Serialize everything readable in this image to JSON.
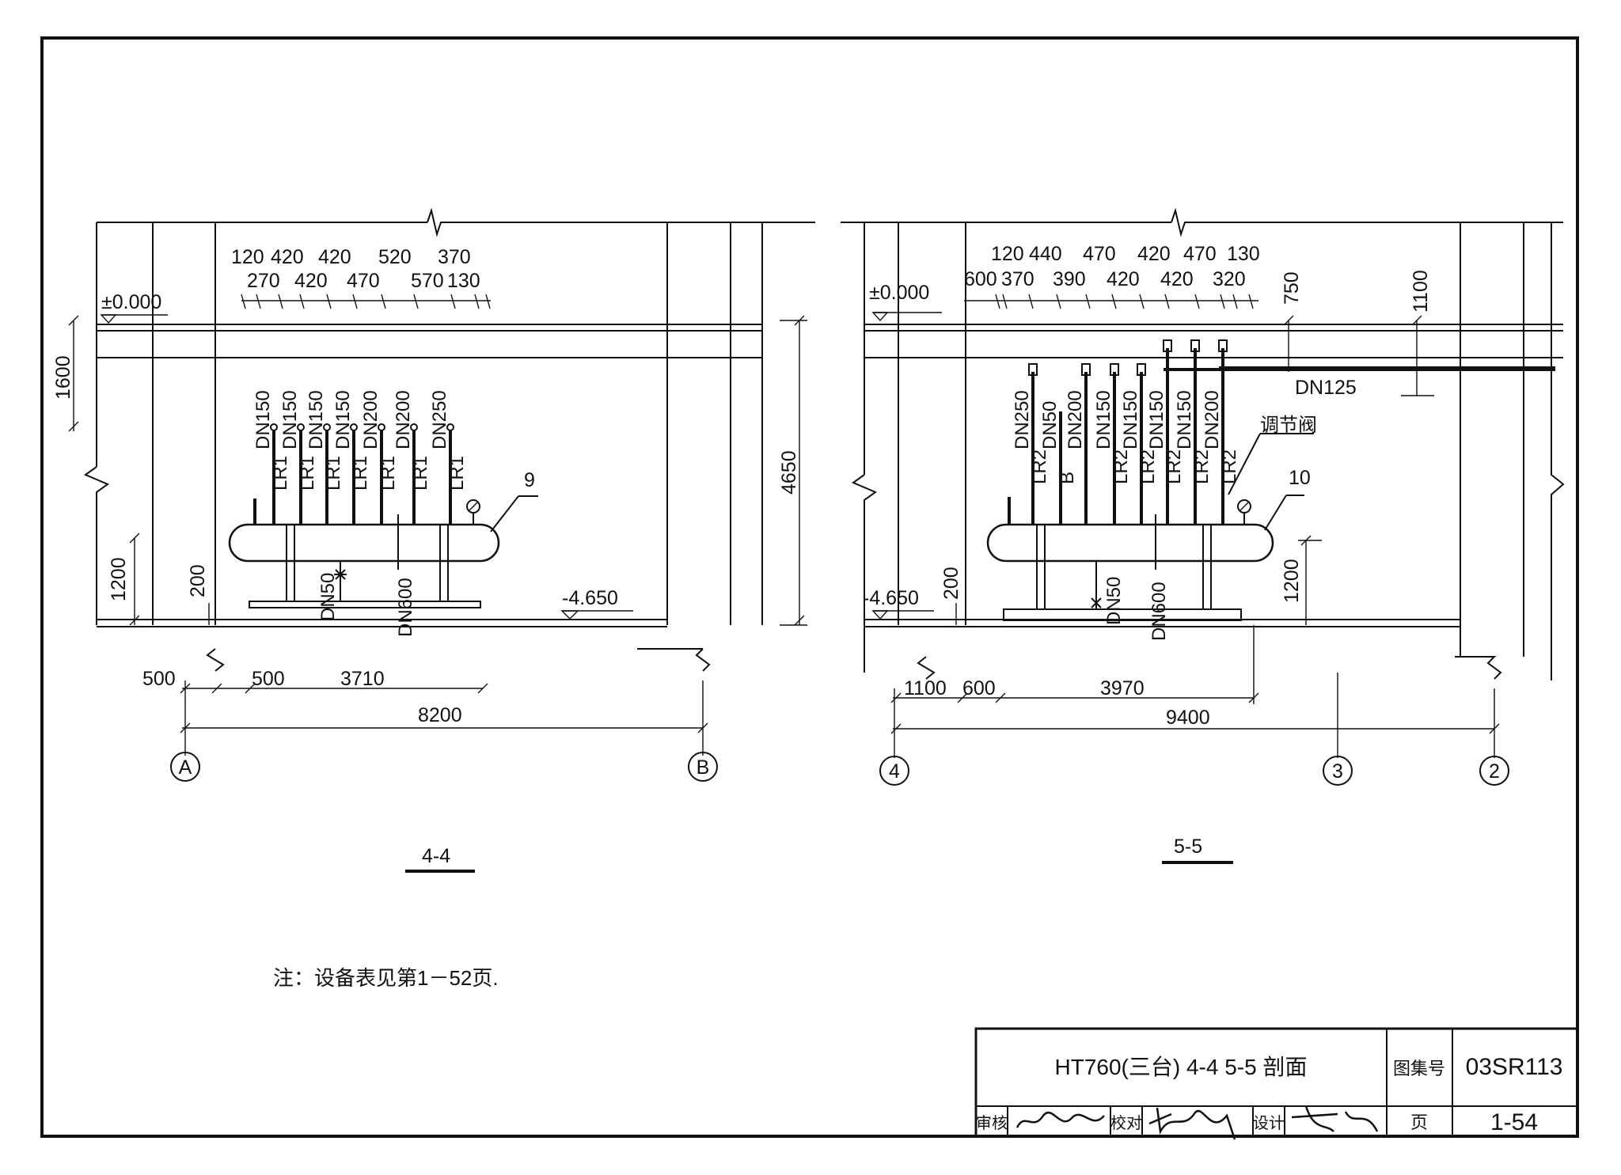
{
  "left_section": {
    "title": "4-4",
    "top_dims_row1": [
      "120",
      "420",
      "420",
      "520",
      "370"
    ],
    "top_dims_row2": [
      "270",
      "420",
      "470",
      "570",
      "130"
    ],
    "elev_top": "±0.000",
    "elev_bottom": "-4.650",
    "dim_left_vertical": "1600",
    "dim_right_vertical": "4650",
    "dim_support_height": "1200",
    "dim_base": "200",
    "pipe_sizes": [
      "DN150",
      "DN150",
      "DN150",
      "DN150",
      "DN200",
      "DN200",
      "DN250"
    ],
    "pipe_labels": [
      "LR1",
      "LR1",
      "LR1",
      "LR1",
      "LR1",
      "LR1",
      "LR1"
    ],
    "drain_size": "DN50",
    "header_size": "DN600",
    "callout": "9",
    "bottom_dims": [
      "500",
      "500",
      "3710"
    ],
    "overall_dim": "8200",
    "axis_left": "A",
    "axis_right": "B"
  },
  "right_section": {
    "title": "5-5",
    "top_dims_row1": [
      "120",
      "440",
      "470",
      "420",
      "470",
      "130"
    ],
    "top_dims_row2": [
      "600",
      "370",
      "390",
      "420",
      "420",
      "320"
    ],
    "elev_top": "±0.000",
    "elev_bottom": "-4.650",
    "dim_750": "750",
    "dim_1100": "1100",
    "dim_support_height": "1200",
    "dim_base": "200",
    "pipe_sizes": [
      "DN250",
      "DN50",
      "DN200",
      "DN150",
      "DN150",
      "DN150",
      "DN150",
      "DN200"
    ],
    "pipe_labels": [
      "LR2",
      "B",
      "LR2",
      "LR2",
      "LR2",
      "LR2",
      "LR2"
    ],
    "main_pipe": "DN125",
    "valve_label": "调节阀",
    "drain_size": "DN50",
    "header_size": "DN600",
    "callout": "10",
    "bottom_dims": [
      "1100",
      "600",
      "3970"
    ],
    "overall_dim": "9400",
    "axis_labels": [
      "4",
      "3",
      "2"
    ]
  },
  "note": "注：设备表见第1－52页.",
  "title_block": {
    "drawing_title": "HT760(三台) 4-4 5-5 剖面",
    "atlas_label": "图集号",
    "atlas_no": "03SR113",
    "review_label": "审核",
    "check_label": "校对",
    "design_label": "设计",
    "page_label": "页",
    "page_no": "1-54"
  }
}
